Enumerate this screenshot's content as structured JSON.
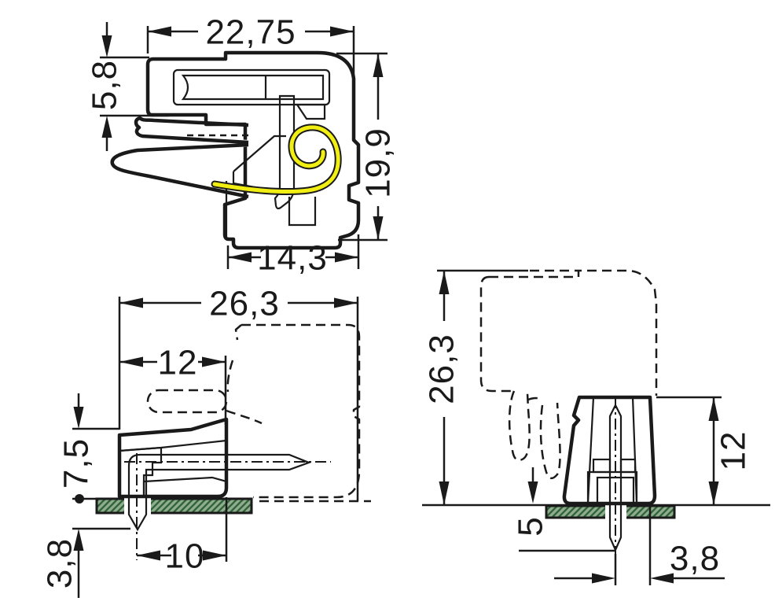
{
  "drawing": {
    "type": "connector-dimension-drawing",
    "background": "#ffffff",
    "colors": {
      "body_gray": "#b4b6b8",
      "outline_black": "#1a1a1a",
      "conductor_orange": "#f4b17c",
      "spring_yellow": "#f0ee12",
      "pcb_green": "#8fae90",
      "pcb_hatch_green": "#34633a"
    },
    "views": {
      "section": {
        "name": "sectional-view",
        "dims": {
          "width_top": "22,75",
          "entry_height": "5,8",
          "overall_height": "19,9",
          "width_bottom": "14,3"
        }
      },
      "side": {
        "name": "side-view",
        "dims": {
          "overall_depth": "26,3",
          "header_depth": "12",
          "height_above_pcb": "7,5",
          "pin_below_pcb": "3,8",
          "pin_row_offset": "10"
        }
      },
      "front": {
        "name": "front-view",
        "dims": {
          "overall_height": "26,3",
          "header_height": "12",
          "pin_length_below": "5",
          "pin_edge_offset": "3,8"
        }
      }
    }
  }
}
